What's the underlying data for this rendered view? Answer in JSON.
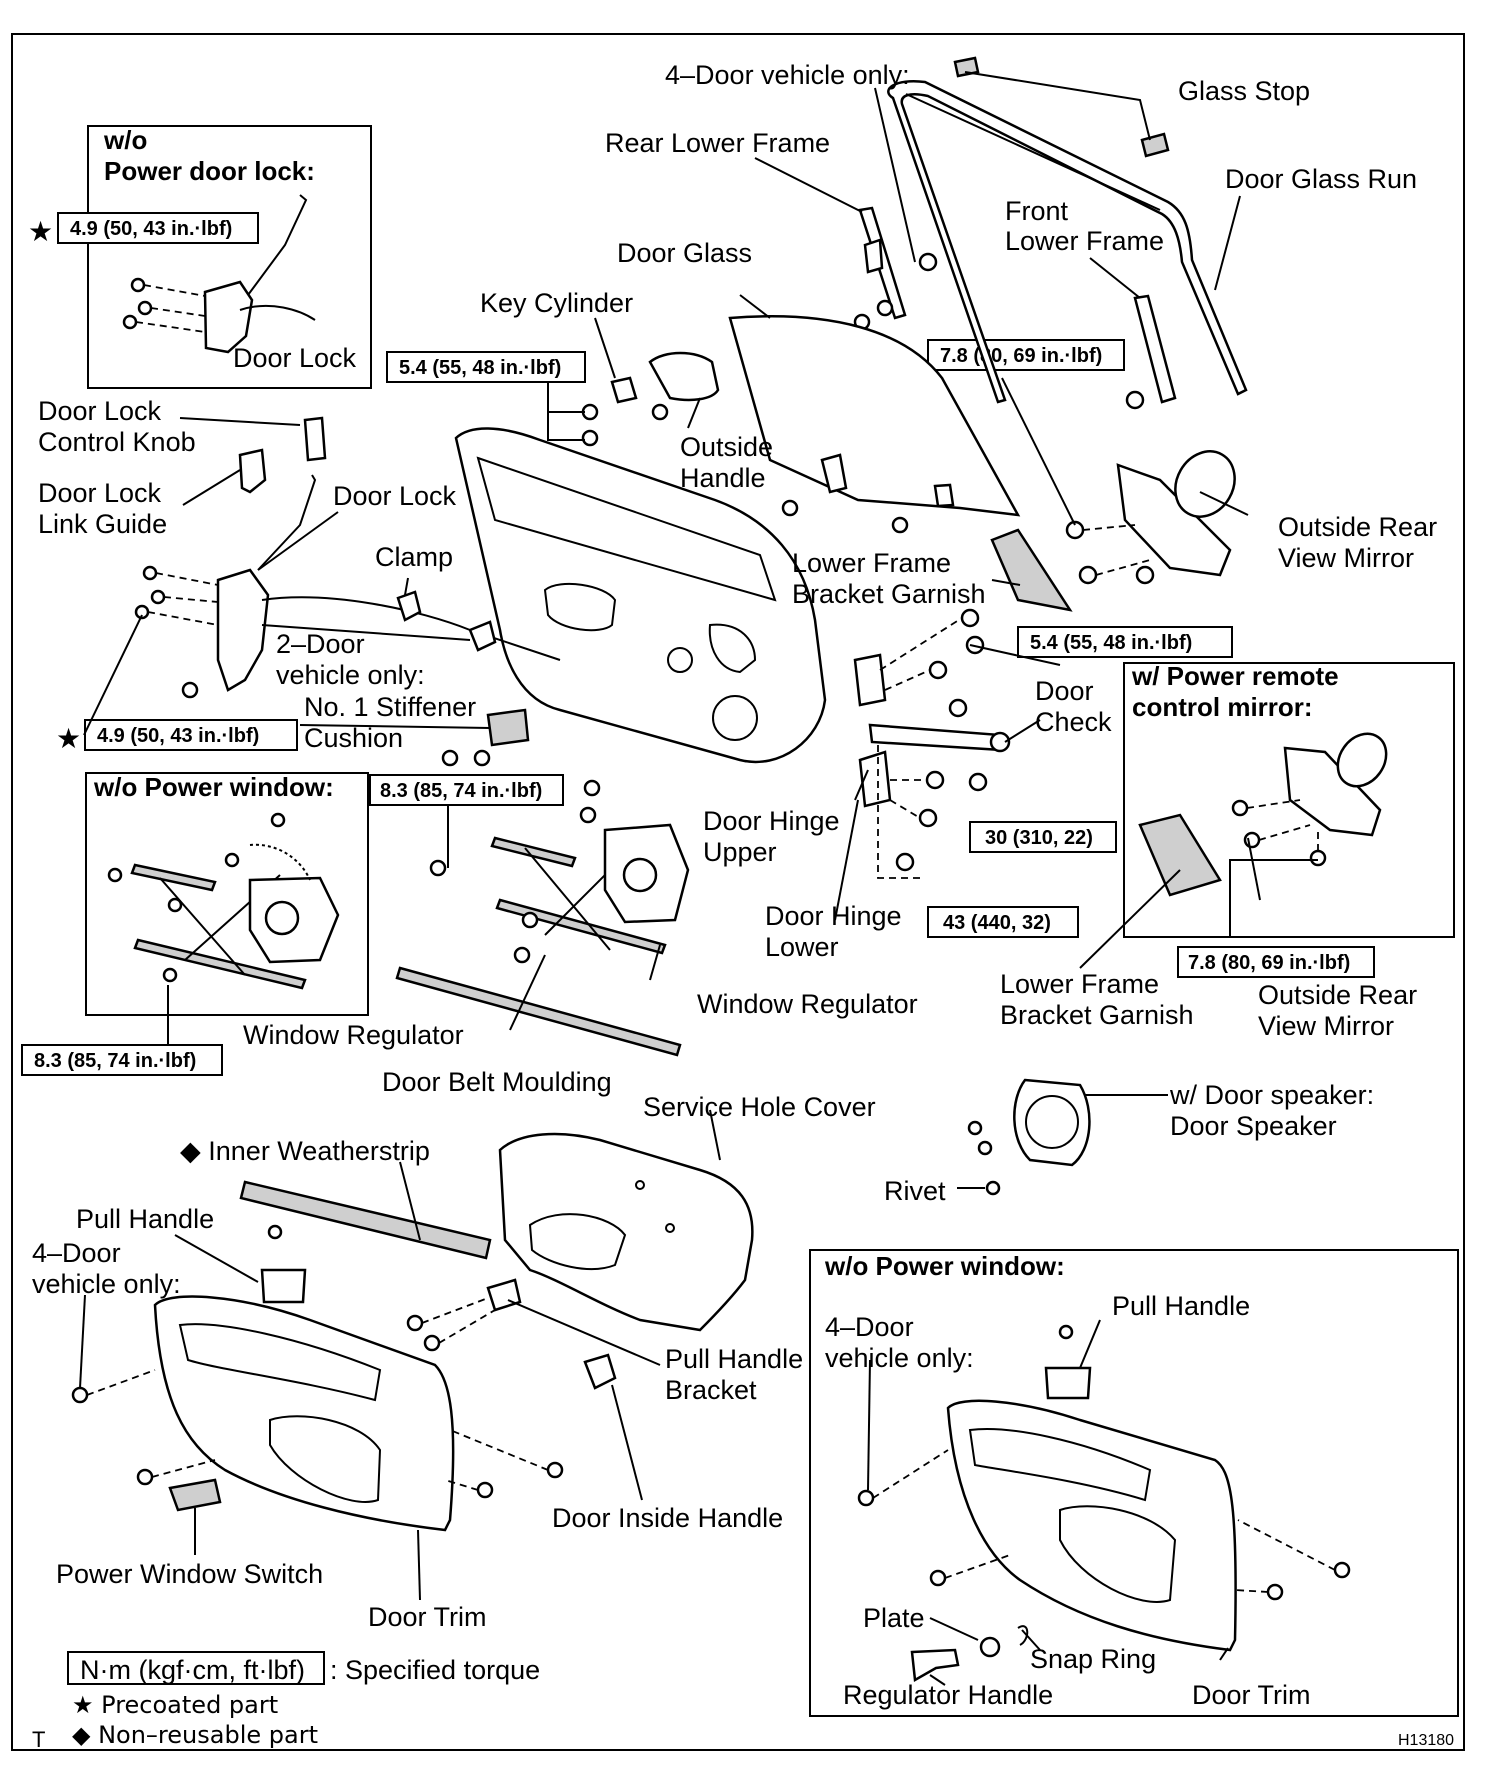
{
  "labels": {
    "four_door_top": "4–Door vehicle only:",
    "glass_stop": "Glass Stop",
    "rear_lower_frame": "Rear Lower Frame",
    "door_glass_run": "Door Glass Run",
    "front": "Front",
    "lower_frame": "Lower Frame",
    "door_glass": "Door Glass",
    "key_cylinder": "Key Cylinder",
    "outside": "Outside",
    "handle": "Handle",
    "door_lock_1": "Door Lock",
    "control_knob": "Control Knob",
    "door_lock_2": "Door Lock",
    "link_guide": "Link Guide",
    "door_lock_mid": "Door Lock",
    "door_lock_box": "Door Lock",
    "clamp": "Clamp",
    "two_door_1": "2–Door",
    "two_door_2": "vehicle only:",
    "stiffener_1": "No. 1 Stiffener",
    "stiffener_2": "Cushion",
    "lfbg_top_1": "Lower Frame",
    "lfbg_top_2": "Bracket Garnish",
    "orvm_top_1": "Outside Rear",
    "orvm_top_2": "View Mirror",
    "door_check_1": "Door",
    "door_check_2": "Check",
    "hinge_upper_1": "Door Hinge",
    "hinge_upper_2": "Upper",
    "hinge_lower_1": "Door Hinge",
    "hinge_lower_2": "Lower",
    "lfbg_bot_1": "Lower Frame",
    "lfbg_bot_2": "Bracket Garnish",
    "orvm_bot_1": "Outside Rear",
    "orvm_bot_2": "View Mirror",
    "window_regulator_1": "Window Regulator",
    "window_regulator_2": "Window Regulator",
    "door_belt_moulding": "Door Belt Moulding",
    "service_hole_cover": "Service Hole Cover",
    "speaker_1": "w/ Door speaker:",
    "speaker_2": "Door Speaker",
    "rivet": "Rivet",
    "inner_weatherstrip": "◆ Inner Weatherstrip",
    "pull_handle_left": "Pull Handle",
    "four_door_left_1": "4–Door",
    "four_door_left_2": "vehicle only:",
    "pull_handle_bracket_1": "Pull Handle",
    "pull_handle_bracket_2": "Bracket",
    "door_inside_handle": "Door Inside Handle",
    "power_window_switch": "Power Window Switch",
    "door_trim_left": "Door Trim",
    "pull_handle_right": "Pull Handle",
    "four_door_right_1": "4–Door",
    "four_door_right_2": "vehicle only:",
    "plate": "Plate",
    "snap_ring": "Snap Ring",
    "regulator_handle": "Regulator Handle",
    "door_trim_right": "Door Trim"
  },
  "boxes": {
    "wo_power_door_lock_1": "w/o",
    "wo_power_door_lock_2": "Power door lock:",
    "wo_power_window_left": "w/o Power window:",
    "w_power_remote_1": "w/ Power remote",
    "w_power_remote_2": "control mirror:",
    "wo_power_window_right": "w/o Power window:"
  },
  "torques": {
    "t1": "4.9 (50, 43 in.·lbf)",
    "t2": "5.4 (55, 48 in.·lbf)",
    "t3": "7.8 (80, 69 in.·lbf)",
    "t4": "4.9 (50, 43 in.·lbf)",
    "t5": "8.3 (85, 74 in.·lbf)",
    "t6": "5.4 (55, 48 in.·lbf)",
    "t7": "30 (310, 22)",
    "t8": "43 (440, 32)",
    "t9": "7.8 (80, 69 in.·lbf)",
    "t10": "8.3 (85, 74 in.·lbf)"
  },
  "legend": {
    "torque_unit": "N·m (kgf·cm, ft·lbf)",
    "torque_text": ": Specified torque",
    "precoated": "★ Precoated part",
    "non_reusable": "◆ Non–reusable part",
    "star": "★",
    "t_mark": "T"
  },
  "figure_id": "H13180"
}
